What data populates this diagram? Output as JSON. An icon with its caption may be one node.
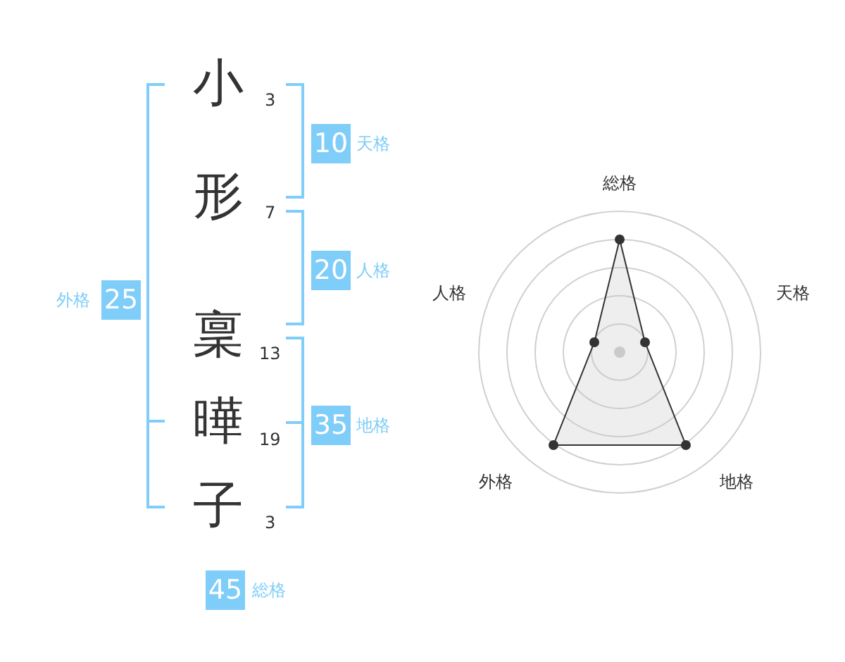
{
  "diagram": {
    "labels": [
      "小",
      "3",
      "形",
      "7",
      "稟",
      "13",
      "曄",
      "19",
      "子",
      "3",
      "10",
      "天格",
      "20",
      "人格",
      "外格",
      "25",
      "35",
      "地格",
      "45",
      "総格",
      "総格",
      "人格",
      "天格",
      "外格",
      "地格"
    ]
  }
}
